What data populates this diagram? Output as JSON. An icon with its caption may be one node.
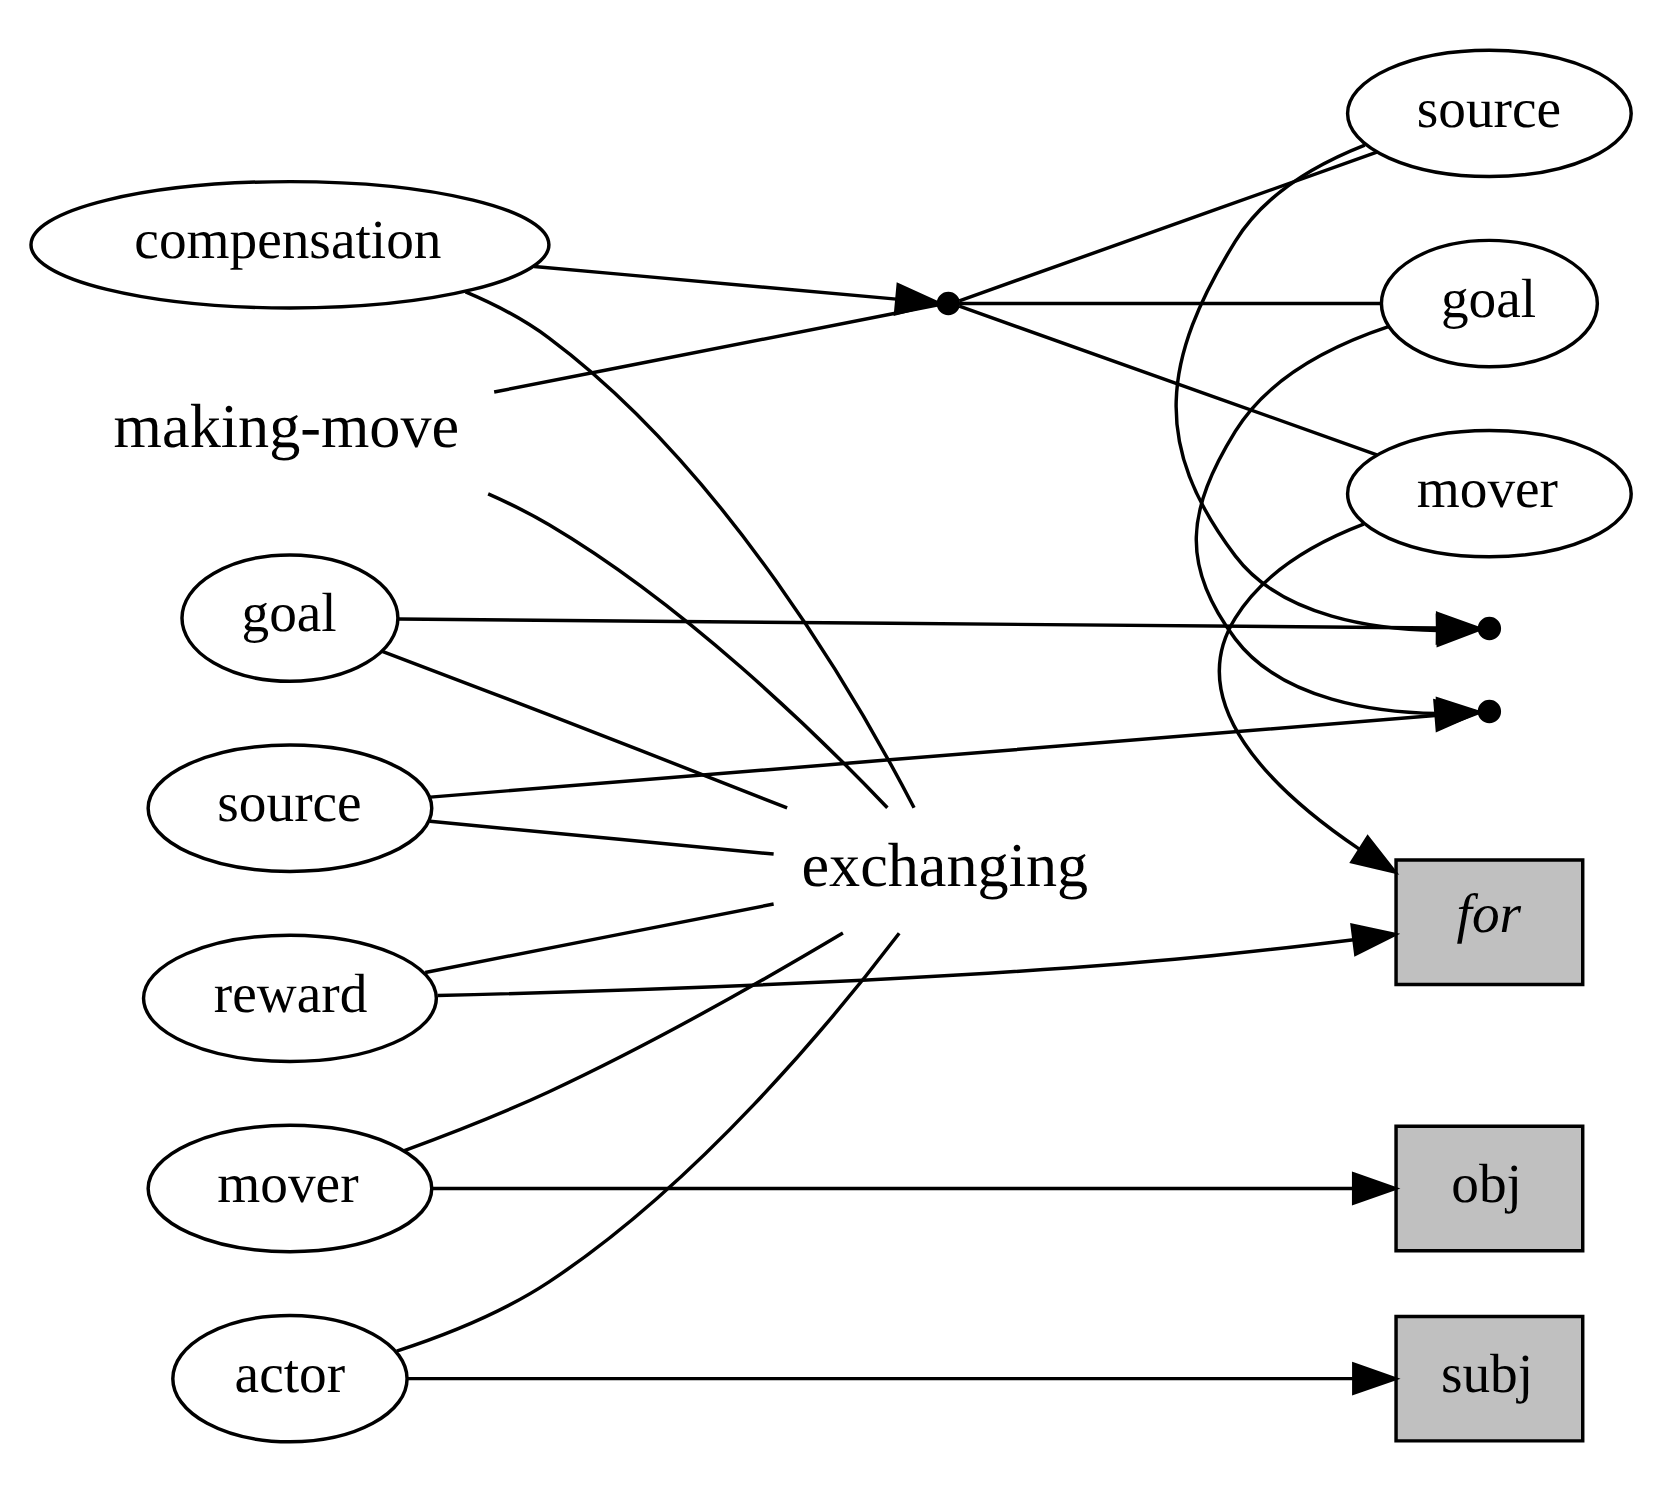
{
  "diagram": {
    "nodes": [
      {
        "text": [
          "making-move"
        ]
      },
      {
        "text": [
          "exchanging"
        ]
      },
      {
        "text": [
          "compensation"
        ]
      },
      {
        "text": [],
        "shape": "point"
      },
      {
        "text": [
          "goal"
        ]
      },
      {
        "text": [],
        "shape": "point"
      },
      {
        "text": [
          "source"
        ]
      },
      {
        "text": [
          "source"
        ]
      },
      {
        "text": [],
        "shape": "point"
      },
      {
        "text": [
          "goal"
        ]
      },
      {
        "text": [
          "reward"
        ]
      },
      {
        "text": [
          "for"
        ]
      },
      {
        "text": [
          "mover"
        ]
      },
      {
        "text": [
          "mover"
        ]
      },
      {
        "text": [
          "obj"
        ]
      },
      {
        "text": [
          "actor"
        ]
      },
      {
        "text": [
          "subj"
        ]
      }
    ],
    "edges": [
      {
        "from": 0,
        "to": 1,
        "arrow": "none"
      },
      {
        "from": 0,
        "to": 3,
        "arrow": "none"
      },
      {
        "from": 1,
        "to": 2,
        "arrow": "none"
      },
      {
        "from": 2,
        "to": 3,
        "arrow": "to"
      },
      {
        "from": 1,
        "to": 4,
        "arrow": "none"
      },
      {
        "from": 4,
        "to": 5,
        "arrow": "to"
      },
      {
        "from": 6,
        "to": 5,
        "arrow": "to"
      },
      {
        "from": 3,
        "to": 6,
        "arrow": "none"
      },
      {
        "from": 1,
        "to": 7,
        "arrow": "none"
      },
      {
        "from": 7,
        "to": 8,
        "arrow": "to"
      },
      {
        "from": 9,
        "to": 8,
        "arrow": "to"
      },
      {
        "from": 3,
        "to": 9,
        "arrow": "none"
      },
      {
        "from": 1,
        "to": 10,
        "arrow": "none"
      },
      {
        "from": 10,
        "to": 11,
        "arrow": "to"
      },
      {
        "from": 12,
        "to": 11,
        "arrow": "to"
      },
      {
        "from": 3,
        "to": 12,
        "arrow": "none"
      },
      {
        "from": 1,
        "to": 13,
        "arrow": "none"
      },
      {
        "from": 13,
        "to": 14,
        "arrow": "to"
      },
      {
        "from": 1,
        "to": 15,
        "arrow": "none"
      },
      {
        "from": 15,
        "to": 16,
        "arrow": "to"
      }
    ]
  }
}
